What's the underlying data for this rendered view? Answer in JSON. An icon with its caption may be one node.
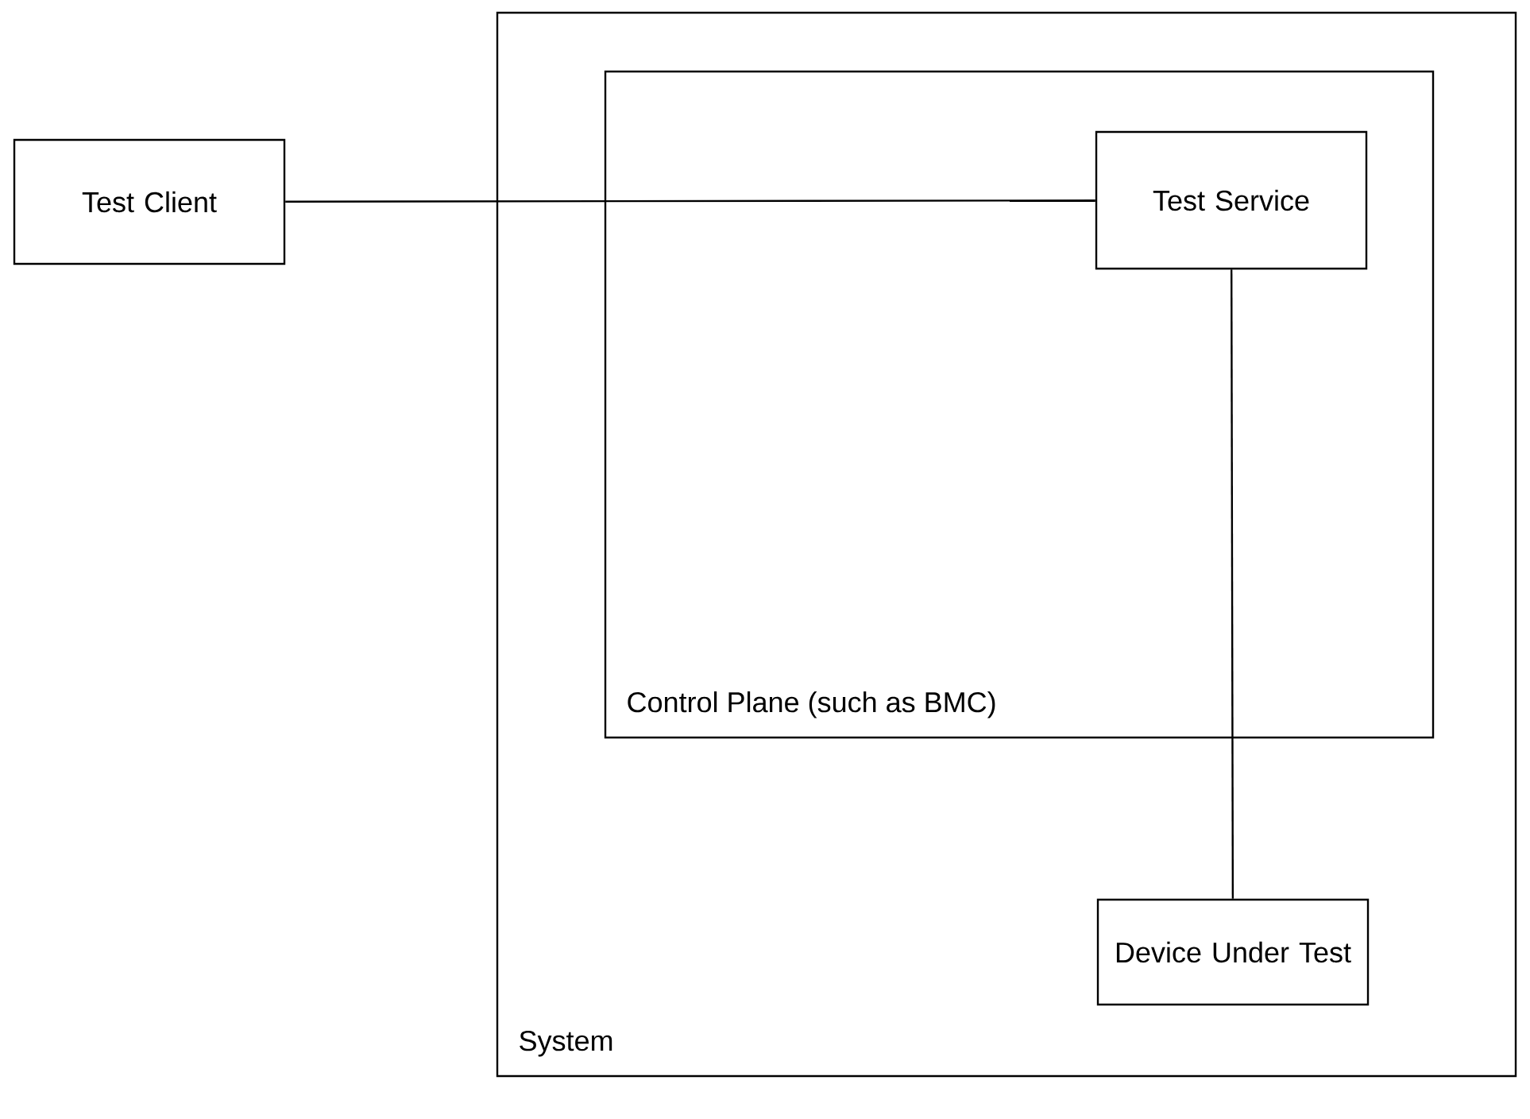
{
  "diagram": {
    "nodes": [
      {
        "text": [
          "Test Client"
        ]
      },
      {
        "text": [
          "System"
        ]
      },
      {
        "text": [
          "Control Plane (such as BMC)"
        ],
        "in": 1
      },
      {
        "text": [
          "Test Service"
        ],
        "in": 2
      },
      {
        "text": [
          "Device Under Test"
        ],
        "in": 1
      }
    ],
    "edges": [
      {
        "from": 0,
        "to": 3,
        "arrow": "none"
      },
      {
        "from": 3,
        "to": 4,
        "arrow": "none"
      }
    ]
  }
}
